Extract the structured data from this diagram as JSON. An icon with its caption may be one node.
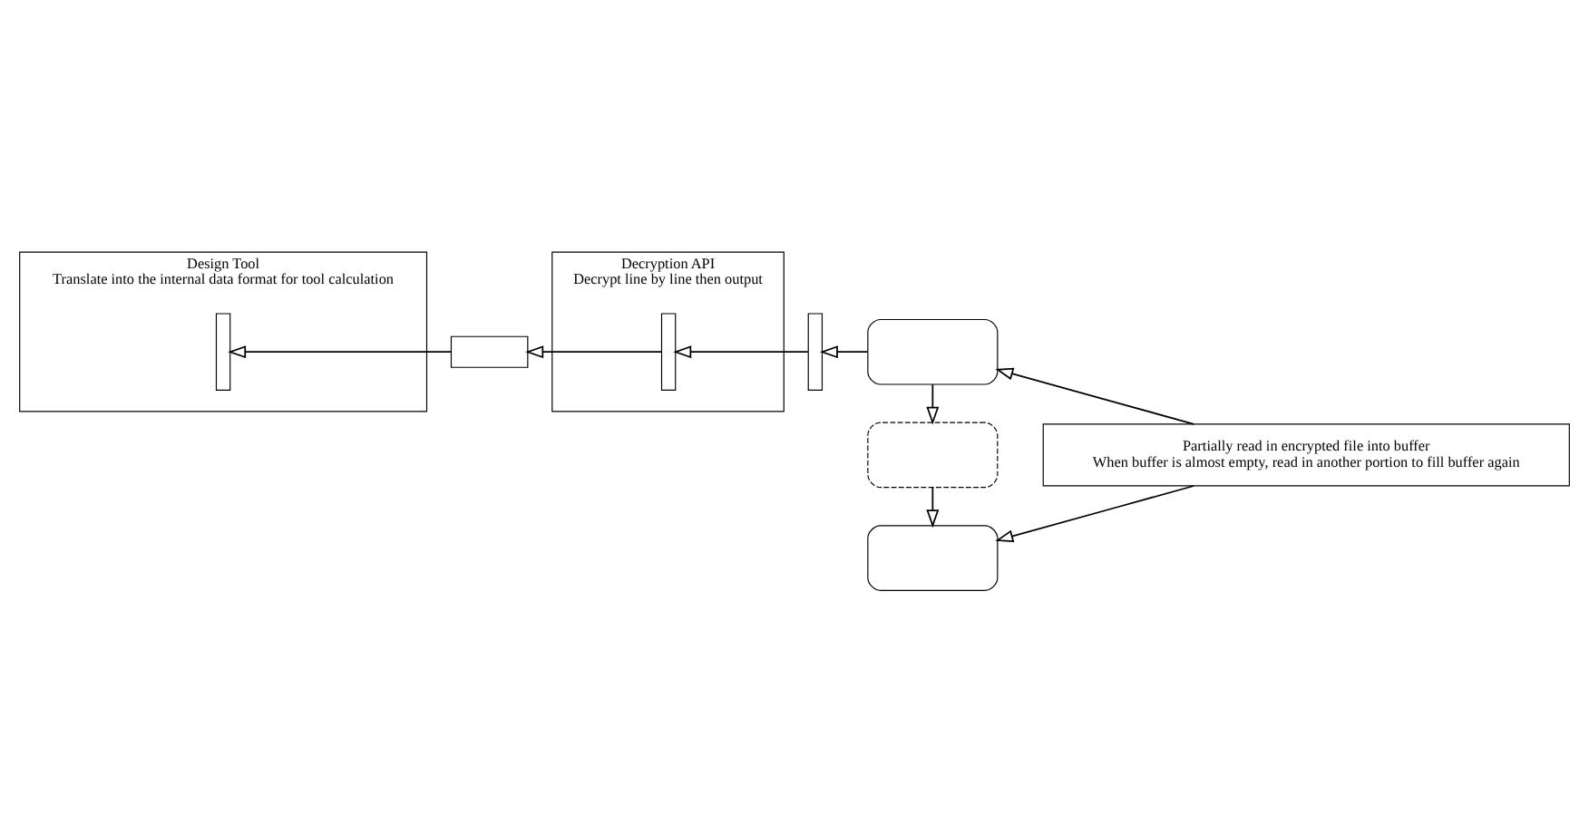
{
  "diagram": {
    "nodes": [
      {
        "text": [
          "Design Tool",
          "Translate into the internal data format for tool calculation"
        ]
      },
      {
        "text": [],
        "shape": "bar",
        "in": 0
      },
      {
        "text": [
          "Decryption API",
          "Decrypt line by line then output"
        ]
      },
      {
        "text": [],
        "shape": "bar",
        "in": 2
      },
      {
        "text": [],
        "shape": "bar"
      },
      {
        "text": [],
        "shape": "box"
      },
      {
        "text": [],
        "shape": "box"
      },
      {
        "text": [],
        "shape": "box"
      },
      {
        "text": [
          "Partially read in encrypted file into buffer",
          "When buffer is almost empty, read in another portion to fill buffer again"
        ]
      },
      {
        "text": [],
        "shape": "box"
      }
    ],
    "edges": [
      {
        "from": 8,
        "to": 5,
        "arrow": "to"
      },
      {
        "from": 5,
        "to": 4,
        "arrow": "to"
      },
      {
        "from": 4,
        "to": 3,
        "arrow": "to"
      },
      {
        "from": 3,
        "to": 9,
        "arrow": "to"
      },
      {
        "from": 9,
        "to": 1,
        "arrow": "to"
      },
      {
        "from": 5,
        "to": 6,
        "arrow": "to"
      },
      {
        "from": 6,
        "to": 7,
        "arrow": "to"
      },
      {
        "from": 8,
        "to": 7,
        "arrow": "to"
      }
    ]
  }
}
